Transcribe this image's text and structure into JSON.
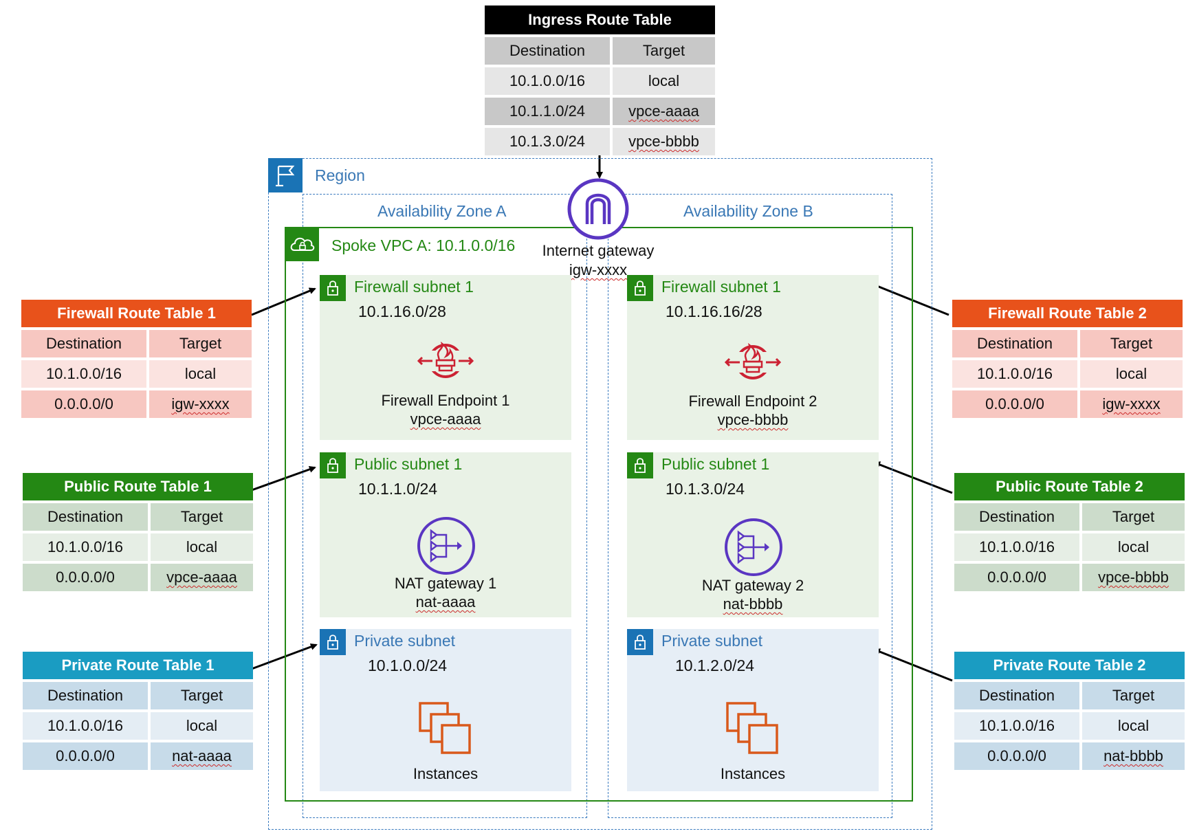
{
  "colors": {
    "firewall": "#e8521b",
    "public": "#248814",
    "private": "#1a9cc2",
    "ingress": "#000000",
    "region": "#1a73b5",
    "vpc": "#248814",
    "instances": "#d9591b",
    "nat": "#5a36c2",
    "firewall_icon": "#cc2233",
    "igw": "#5a36c2"
  },
  "ingress_table": {
    "title": "Ingress Route Table",
    "headers": [
      "Destination",
      "Target"
    ],
    "rows": [
      [
        "10.1.0.0/16",
        "local"
      ],
      [
        "10.1.1.0/24",
        "vpce-aaaa"
      ],
      [
        "10.1.3.0/24",
        "vpce-bbbb"
      ]
    ]
  },
  "region": {
    "label": "Region",
    "icon": "flag-icon"
  },
  "zones": {
    "a": "Availability Zone A",
    "b": "Availability Zone B"
  },
  "vpc": {
    "label": "Spoke VPC A: 10.1.0.0/16",
    "icon": "cloud-lock-icon"
  },
  "igw": {
    "name": "Internet gateway",
    "id": "igw-xxxx",
    "icon": "internet-gateway-icon"
  },
  "zone_a": {
    "firewall_subnet": {
      "title": "Firewall subnet 1",
      "cidr": "10.1.16.0/28",
      "resource": "Firewall Endpoint 1",
      "resource_id": "vpce-aaaa"
    },
    "public_subnet": {
      "title": "Public subnet 1",
      "cidr": "10.1.1.0/24",
      "resource": "NAT gateway 1",
      "resource_id": "nat-aaaa"
    },
    "private_subnet": {
      "title": "Private subnet",
      "cidr": "10.1.0.0/24",
      "resource": "Instances"
    }
  },
  "zone_b": {
    "firewall_subnet": {
      "title": "Firewall subnet 1",
      "cidr": "10.1.16.16/28",
      "resource": "Firewall Endpoint 2",
      "resource_id": "vpce-bbbb"
    },
    "public_subnet": {
      "title": "Public subnet 1",
      "cidr": "10.1.3.0/24",
      "resource": "NAT gateway 2",
      "resource_id": "nat-bbbb"
    },
    "private_subnet": {
      "title": "Private subnet",
      "cidr": "10.1.2.0/24",
      "resource": "Instances"
    }
  },
  "route_tables": {
    "fw1": {
      "title": "Firewall Route Table 1",
      "headers": [
        "Destination",
        "Target"
      ],
      "rows": [
        [
          "10.1.0.0/16",
          "local"
        ],
        [
          "0.0.0.0/0",
          "igw-xxxx"
        ]
      ]
    },
    "pub1": {
      "title": "Public Route Table 1",
      "headers": [
        "Destination",
        "Target"
      ],
      "rows": [
        [
          "10.1.0.0/16",
          "local"
        ],
        [
          "0.0.0.0/0",
          "vpce-aaaa"
        ]
      ]
    },
    "priv1": {
      "title": "Private Route Table 1",
      "headers": [
        "Destination",
        "Target"
      ],
      "rows": [
        [
          "10.1.0.0/16",
          "local"
        ],
        [
          "0.0.0.0/0",
          "nat-aaaa"
        ]
      ]
    },
    "fw2": {
      "title": "Firewall Route Table 2",
      "headers": [
        "Destination",
        "Target"
      ],
      "rows": [
        [
          "10.1.0.0/16",
          "local"
        ],
        [
          "0.0.0.0/0",
          "igw-xxxx"
        ]
      ]
    },
    "pub2": {
      "title": "Public Route Table 2",
      "headers": [
        "Destination",
        "Target"
      ],
      "rows": [
        [
          "10.1.0.0/16",
          "local"
        ],
        [
          "0.0.0.0/0",
          "vpce-bbbb"
        ]
      ]
    },
    "priv2": {
      "title": "Private Route Table 2",
      "headers": [
        "Destination",
        "Target"
      ],
      "rows": [
        [
          "10.1.0.0/16",
          "local"
        ],
        [
          "0.0.0.0/0",
          "nat-bbbb"
        ]
      ]
    }
  }
}
